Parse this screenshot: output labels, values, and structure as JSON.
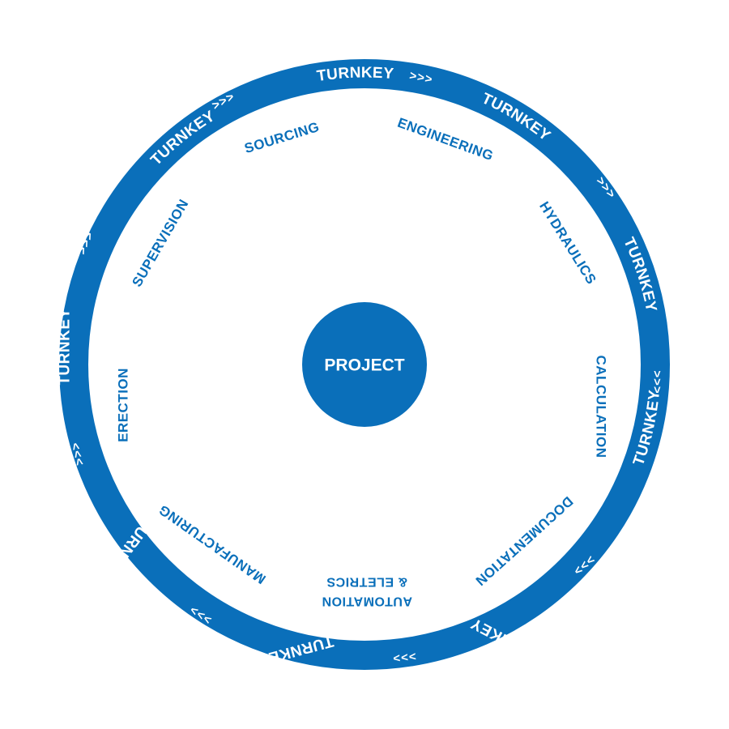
{
  "colors": {
    "accent": "#0a6fba",
    "background": "#ffffff",
    "ring_text": "#ffffff"
  },
  "center": {
    "label": "PROJECT"
  },
  "ring": {
    "words": [
      "TURNKEY",
      "TURNKEY",
      "TURNKEY",
      "TURNKEY",
      "TURNKEY",
      "TURNKEY",
      "TURNKEY"
    ],
    "arrows_forward": [
      ">>>",
      ">>>",
      ">>>",
      ">>>"
    ],
    "arrows_backward": [
      "<<<",
      "<<<",
      "<<<",
      "<<<"
    ]
  },
  "steps": [
    {
      "label": "ENGINEERING"
    },
    {
      "label": "HYDRAULICS"
    },
    {
      "label": "CALCULATION"
    },
    {
      "label": "DOCUMENTATION"
    },
    {
      "label_line1": "AUTOMATION",
      "label_line2": "& ELETRICS"
    },
    {
      "label": "MANUFACTURING"
    },
    {
      "label": "ERECTION"
    },
    {
      "label": "SUPERVISION"
    },
    {
      "label": "SOURCING"
    }
  ]
}
